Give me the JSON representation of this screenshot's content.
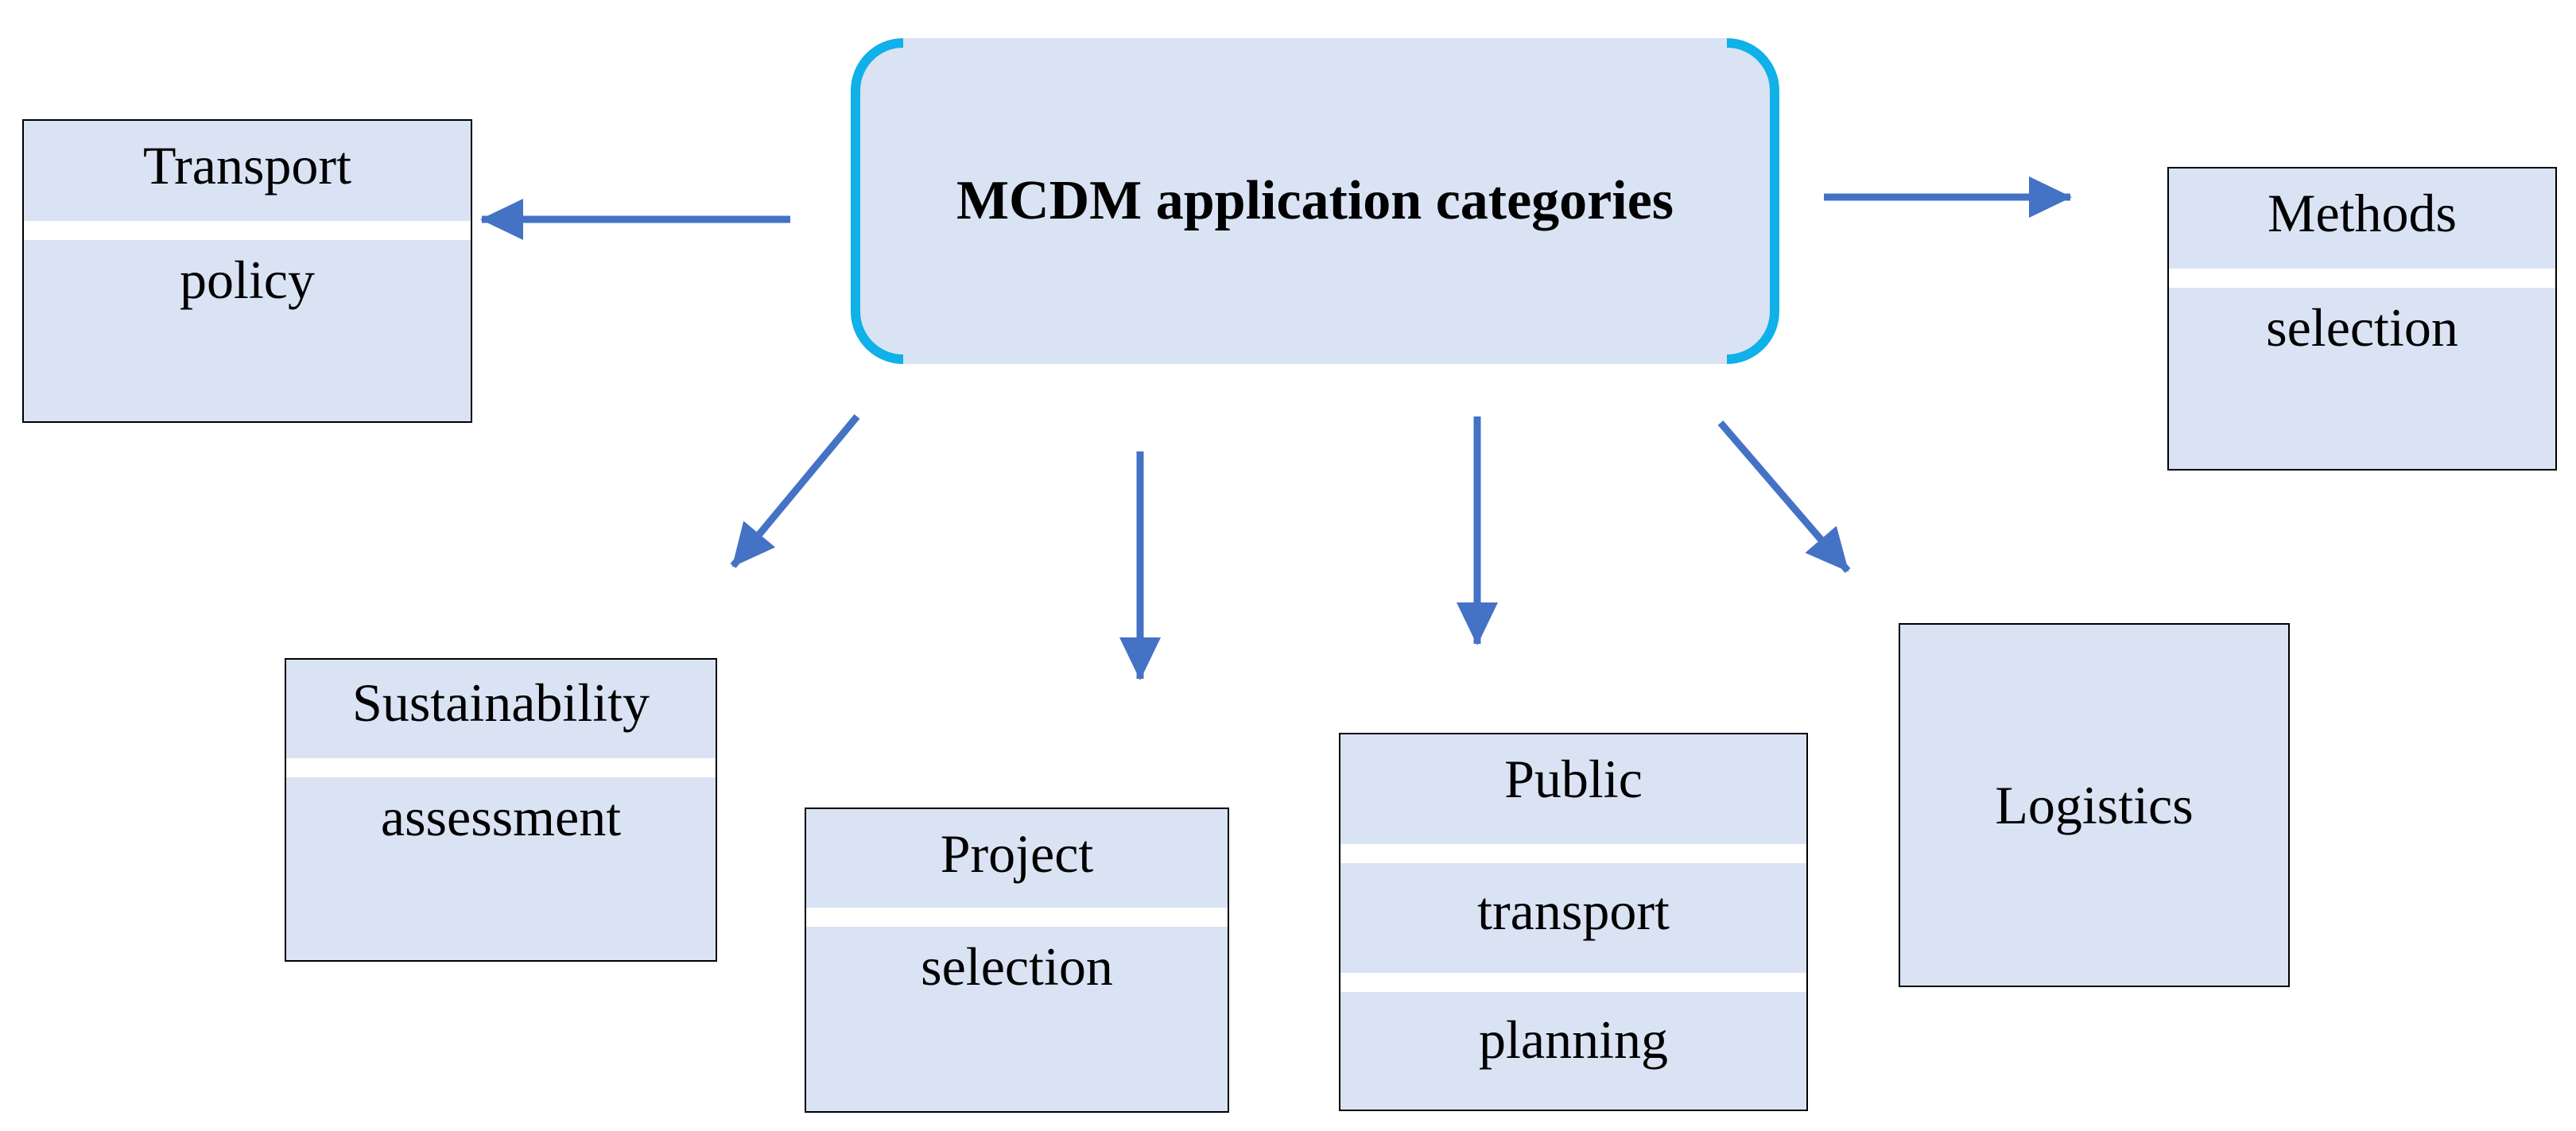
{
  "center": {
    "title": "MCDM application categories"
  },
  "boxes": {
    "transport_policy": {
      "line1": "Transport",
      "line2": "policy"
    },
    "methods_selection": {
      "line1": "Methods",
      "line2": "selection"
    },
    "sustainability_assessment": {
      "line1": "Sustainability",
      "line2": "assessment"
    },
    "project_selection": {
      "line1": "Project",
      "line2": "selection"
    },
    "public_transport_planning": {
      "line1": "Public",
      "line2": "transport",
      "line3": "planning"
    },
    "logistics": {
      "line1": "Logistics"
    }
  },
  "colors": {
    "box_fill": "#dae3f3",
    "center_bracket": "#10b0e8",
    "arrow": "#4472c4",
    "box_border": "#000000"
  }
}
